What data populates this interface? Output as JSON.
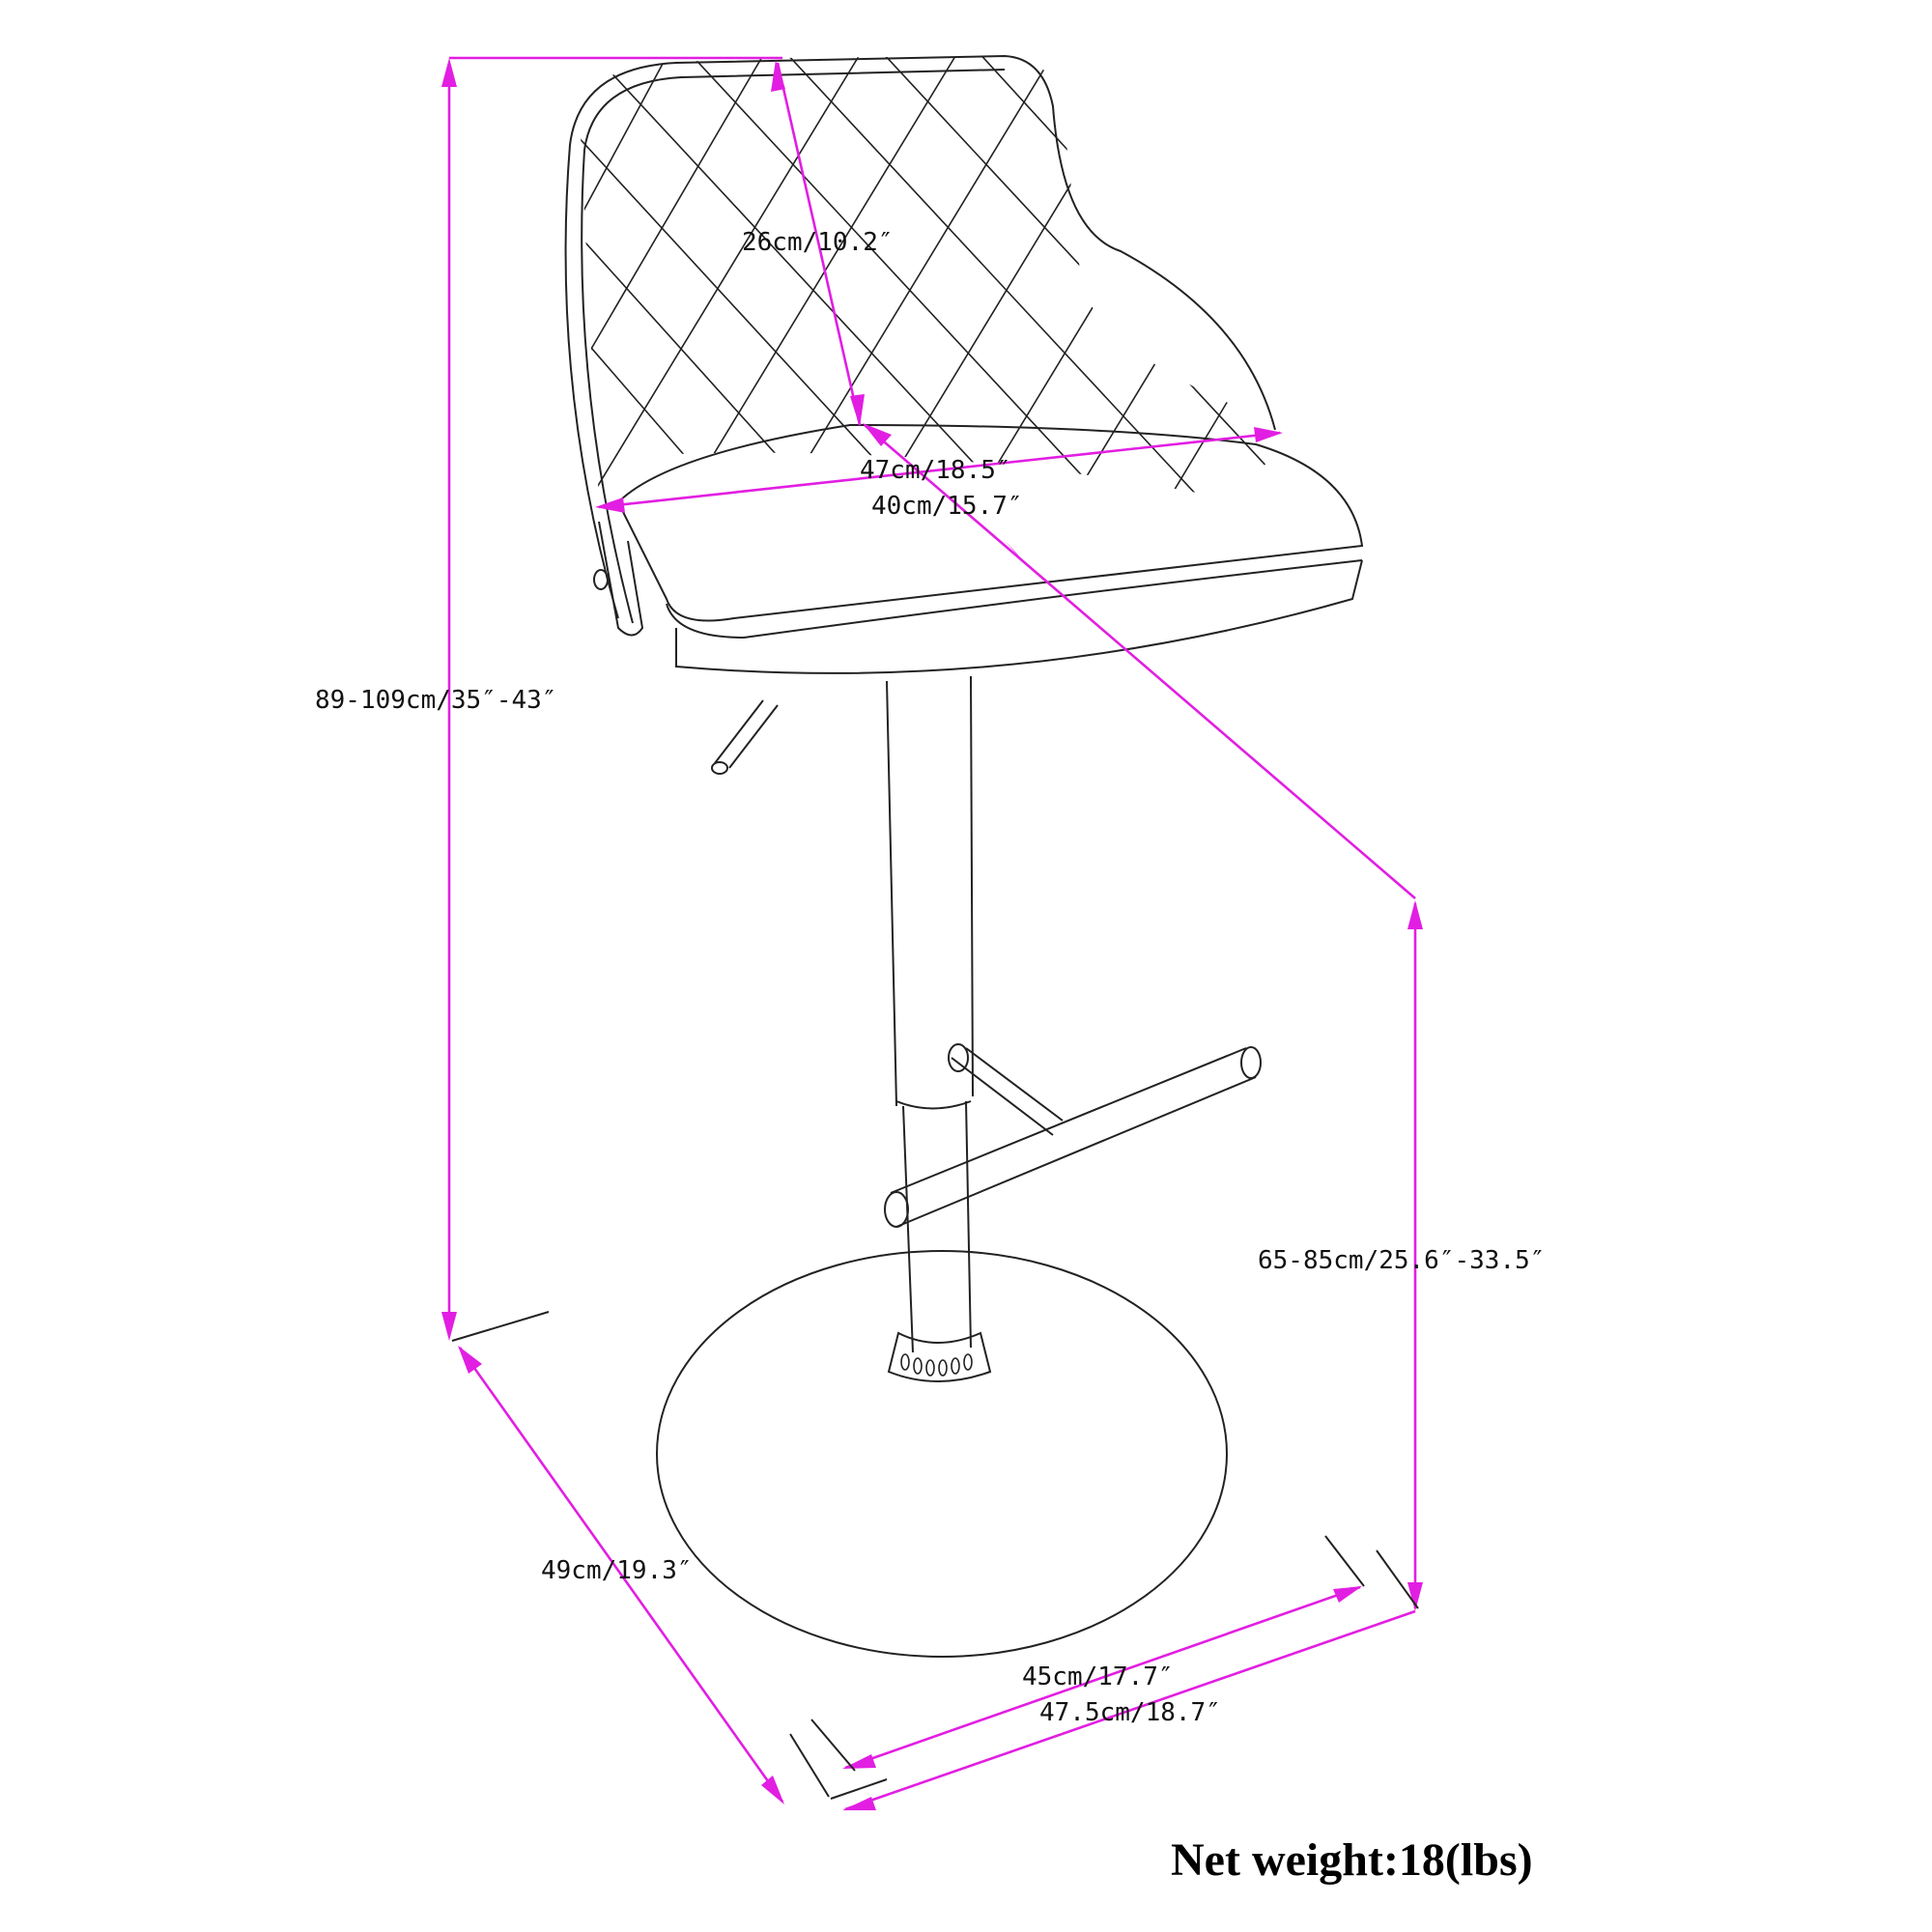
{
  "title": "Bar stool dimension diagram",
  "colors": {
    "dimension_lines": "#e21ee2",
    "outline": "#222222",
    "background": "#ffffff"
  },
  "dimensions": {
    "backrest_height": "26cm/10.2″",
    "seat_width": "47cm/18.5″",
    "seat_depth": "40cm/15.7″",
    "overall_height": "89-109cm/35″-43″",
    "seat_height": "65-85cm/25.6″-33.5″",
    "overall_depth": "49cm/19.3″",
    "base_width": "45cm/17.7″",
    "overall_width": "47.5cm/18.7″"
  },
  "net_weight": "Net weight:18(lbs)"
}
